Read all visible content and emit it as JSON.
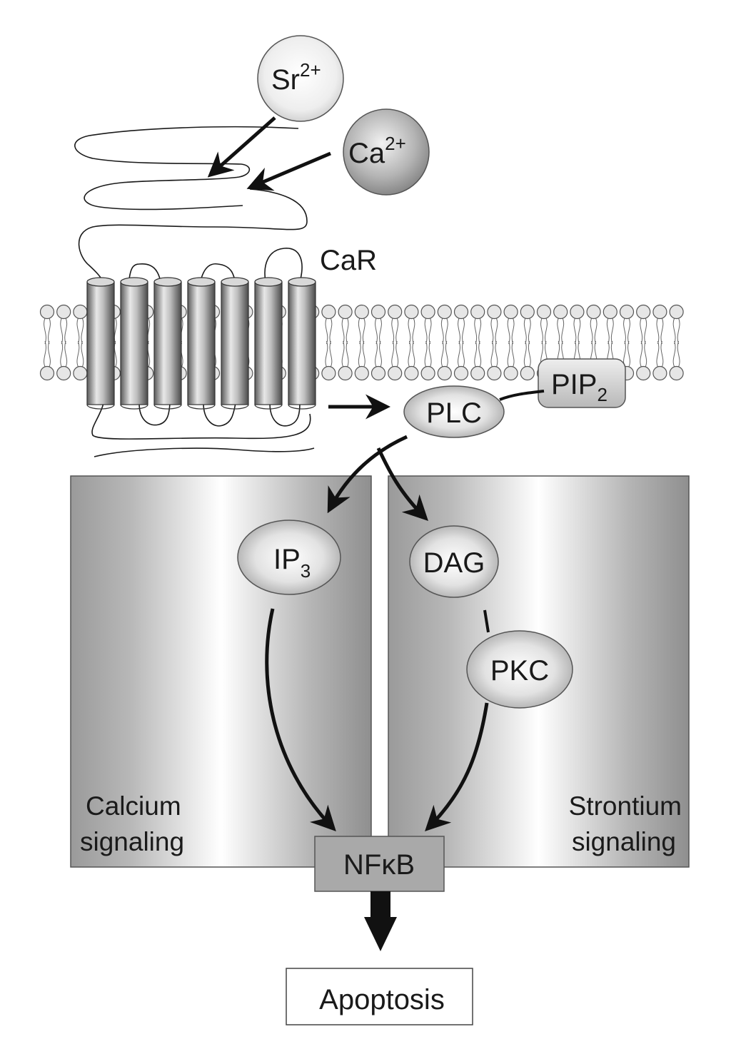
{
  "ions": {
    "sr": {
      "base": "Sr",
      "charge": "2+"
    },
    "ca": {
      "base": "Ca",
      "charge": "2+"
    }
  },
  "receptor": {
    "label": "CaR",
    "helix_count": 7
  },
  "enzymes": {
    "pip2": {
      "base": "PIP",
      "sub": "2"
    },
    "plc": "PLC",
    "ip3": {
      "base": "IP",
      "sub": "3"
    },
    "dag": "DAG",
    "pkc": "PKC",
    "nfkb": "NFκB"
  },
  "pathways": {
    "calcium": {
      "line1": "Calcium",
      "line2": "signaling"
    },
    "strontium": {
      "line1": "Strontium",
      "line2": "signaling"
    }
  },
  "outcome": "Apoptosis"
}
